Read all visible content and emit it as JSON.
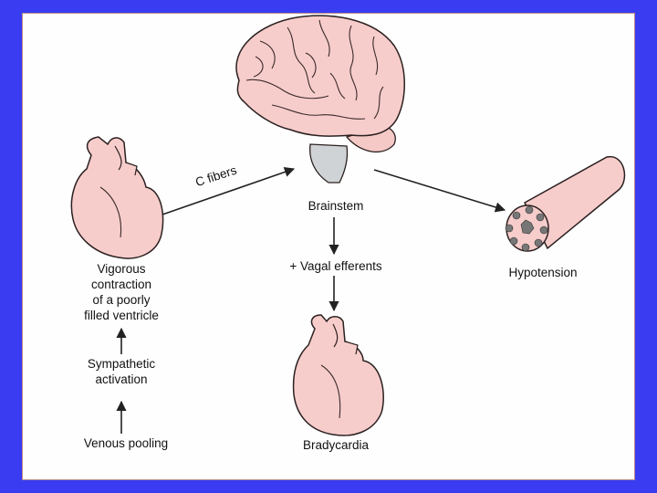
{
  "diagram": {
    "labels": {
      "c_fibers": "C fibers",
      "brainstem": "Brainstem",
      "vagal_efferents": "+ Vagal efferents",
      "hypotension": "Hypotension",
      "vigorous_line1": "Vigorous",
      "vigorous_line2": "contraction",
      "vigorous_line3": "of a poorly",
      "vigorous_line4": "filled ventricle",
      "sympathetic_line1": "Sympathetic",
      "sympathetic_line2": "activation",
      "venous_pooling": "Venous pooling",
      "bradycardia": "Bradycardia"
    },
    "colors": {
      "frame_blue": "#3a3cf2",
      "tissue_pink": "#f7cdcb",
      "outline": "#2b2020",
      "brainstem_gray": "#cfd3d6"
    },
    "icons": [
      "brain-icon",
      "heart-icon",
      "heart-icon",
      "blood-vessel-icon"
    ]
  }
}
